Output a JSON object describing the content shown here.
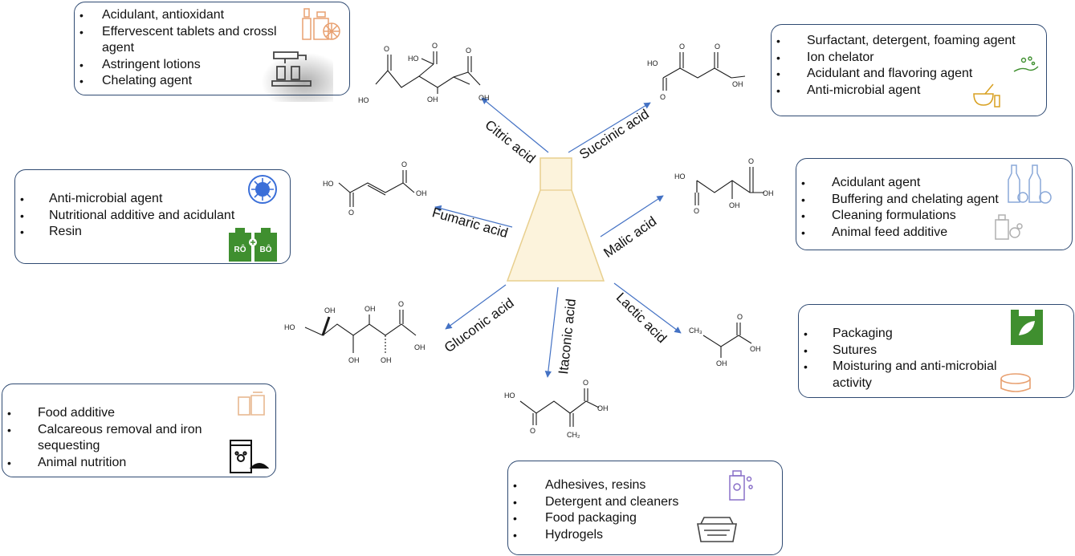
{
  "acids": {
    "citric": "Citric acid",
    "succinic": "Succinic acid",
    "fumaric": "Fumaric acid",
    "malic": "Malic acid",
    "gluconic": "Gluconic acid",
    "itaconic": "Itaconic acid",
    "lactic": "Lactic acid"
  },
  "atoms": {
    "ho": "HO",
    "oh": "OH",
    "o": "O",
    "ch3": "CH₃",
    "ch2": "CH₂"
  },
  "boxes": {
    "citric": [
      "Acidulant, antioxidant",
      "Effervescent tablets and crossl agent",
      "Astringent lotions",
      "Chelating agent"
    ],
    "succinic": [
      "Surfactant, detergent, foaming agent",
      "Ion chelator",
      "Acidulant and flavoring agent",
      "Anti-microbial agent"
    ],
    "fumaric": [
      "Anti-microbial agent",
      "Nutritional additive and acidulant",
      "Resin"
    ],
    "malic": [
      "Acidulant agent",
      "Buffering and chelating agent",
      "Cleaning formulations",
      "Animal feed additive"
    ],
    "lactic": [
      "Packaging",
      "Sutures",
      "Moisturing and anti-microbial activity"
    ],
    "gluconic": [
      "Food additive",
      "Calcareous removal and iron sequesting",
      "Animal nutrition"
    ],
    "itaconic": [
      "Adhesives, resins",
      "Detergent and cleaners",
      "Food packaging",
      "Hydrogels"
    ]
  },
  "icon_labels": {
    "bottle_left": "RÔ",
    "bottle_right": "BÔ"
  },
  "colors": {
    "box_border": "#2f4a72",
    "arrow": "#4472c4",
    "flask": "#fcf3dc",
    "flask_stroke": "#e8cf8e",
    "green": "#3f8f2f",
    "orange": "#e8a070"
  },
  "icons": {
    "citric": [
      "dropper-bottle-icon",
      "filling-machine-icon"
    ],
    "succinic": [
      "hand-bubbles-icon",
      "mortar-pestle-icon"
    ],
    "fumaric": [
      "virus-blocked-icon",
      "fertilizer-bottles-icon"
    ],
    "malic": [
      "bottles-fruit-icon",
      "cleaning-bottle-icon"
    ],
    "lactic": [
      "leaf-bag-icon",
      "cream-jar-icon"
    ],
    "gluconic": [
      "bread-icon",
      "pet-food-icon"
    ],
    "itaconic": [
      "detergent-bottle-icon",
      "food-container-icon"
    ]
  }
}
